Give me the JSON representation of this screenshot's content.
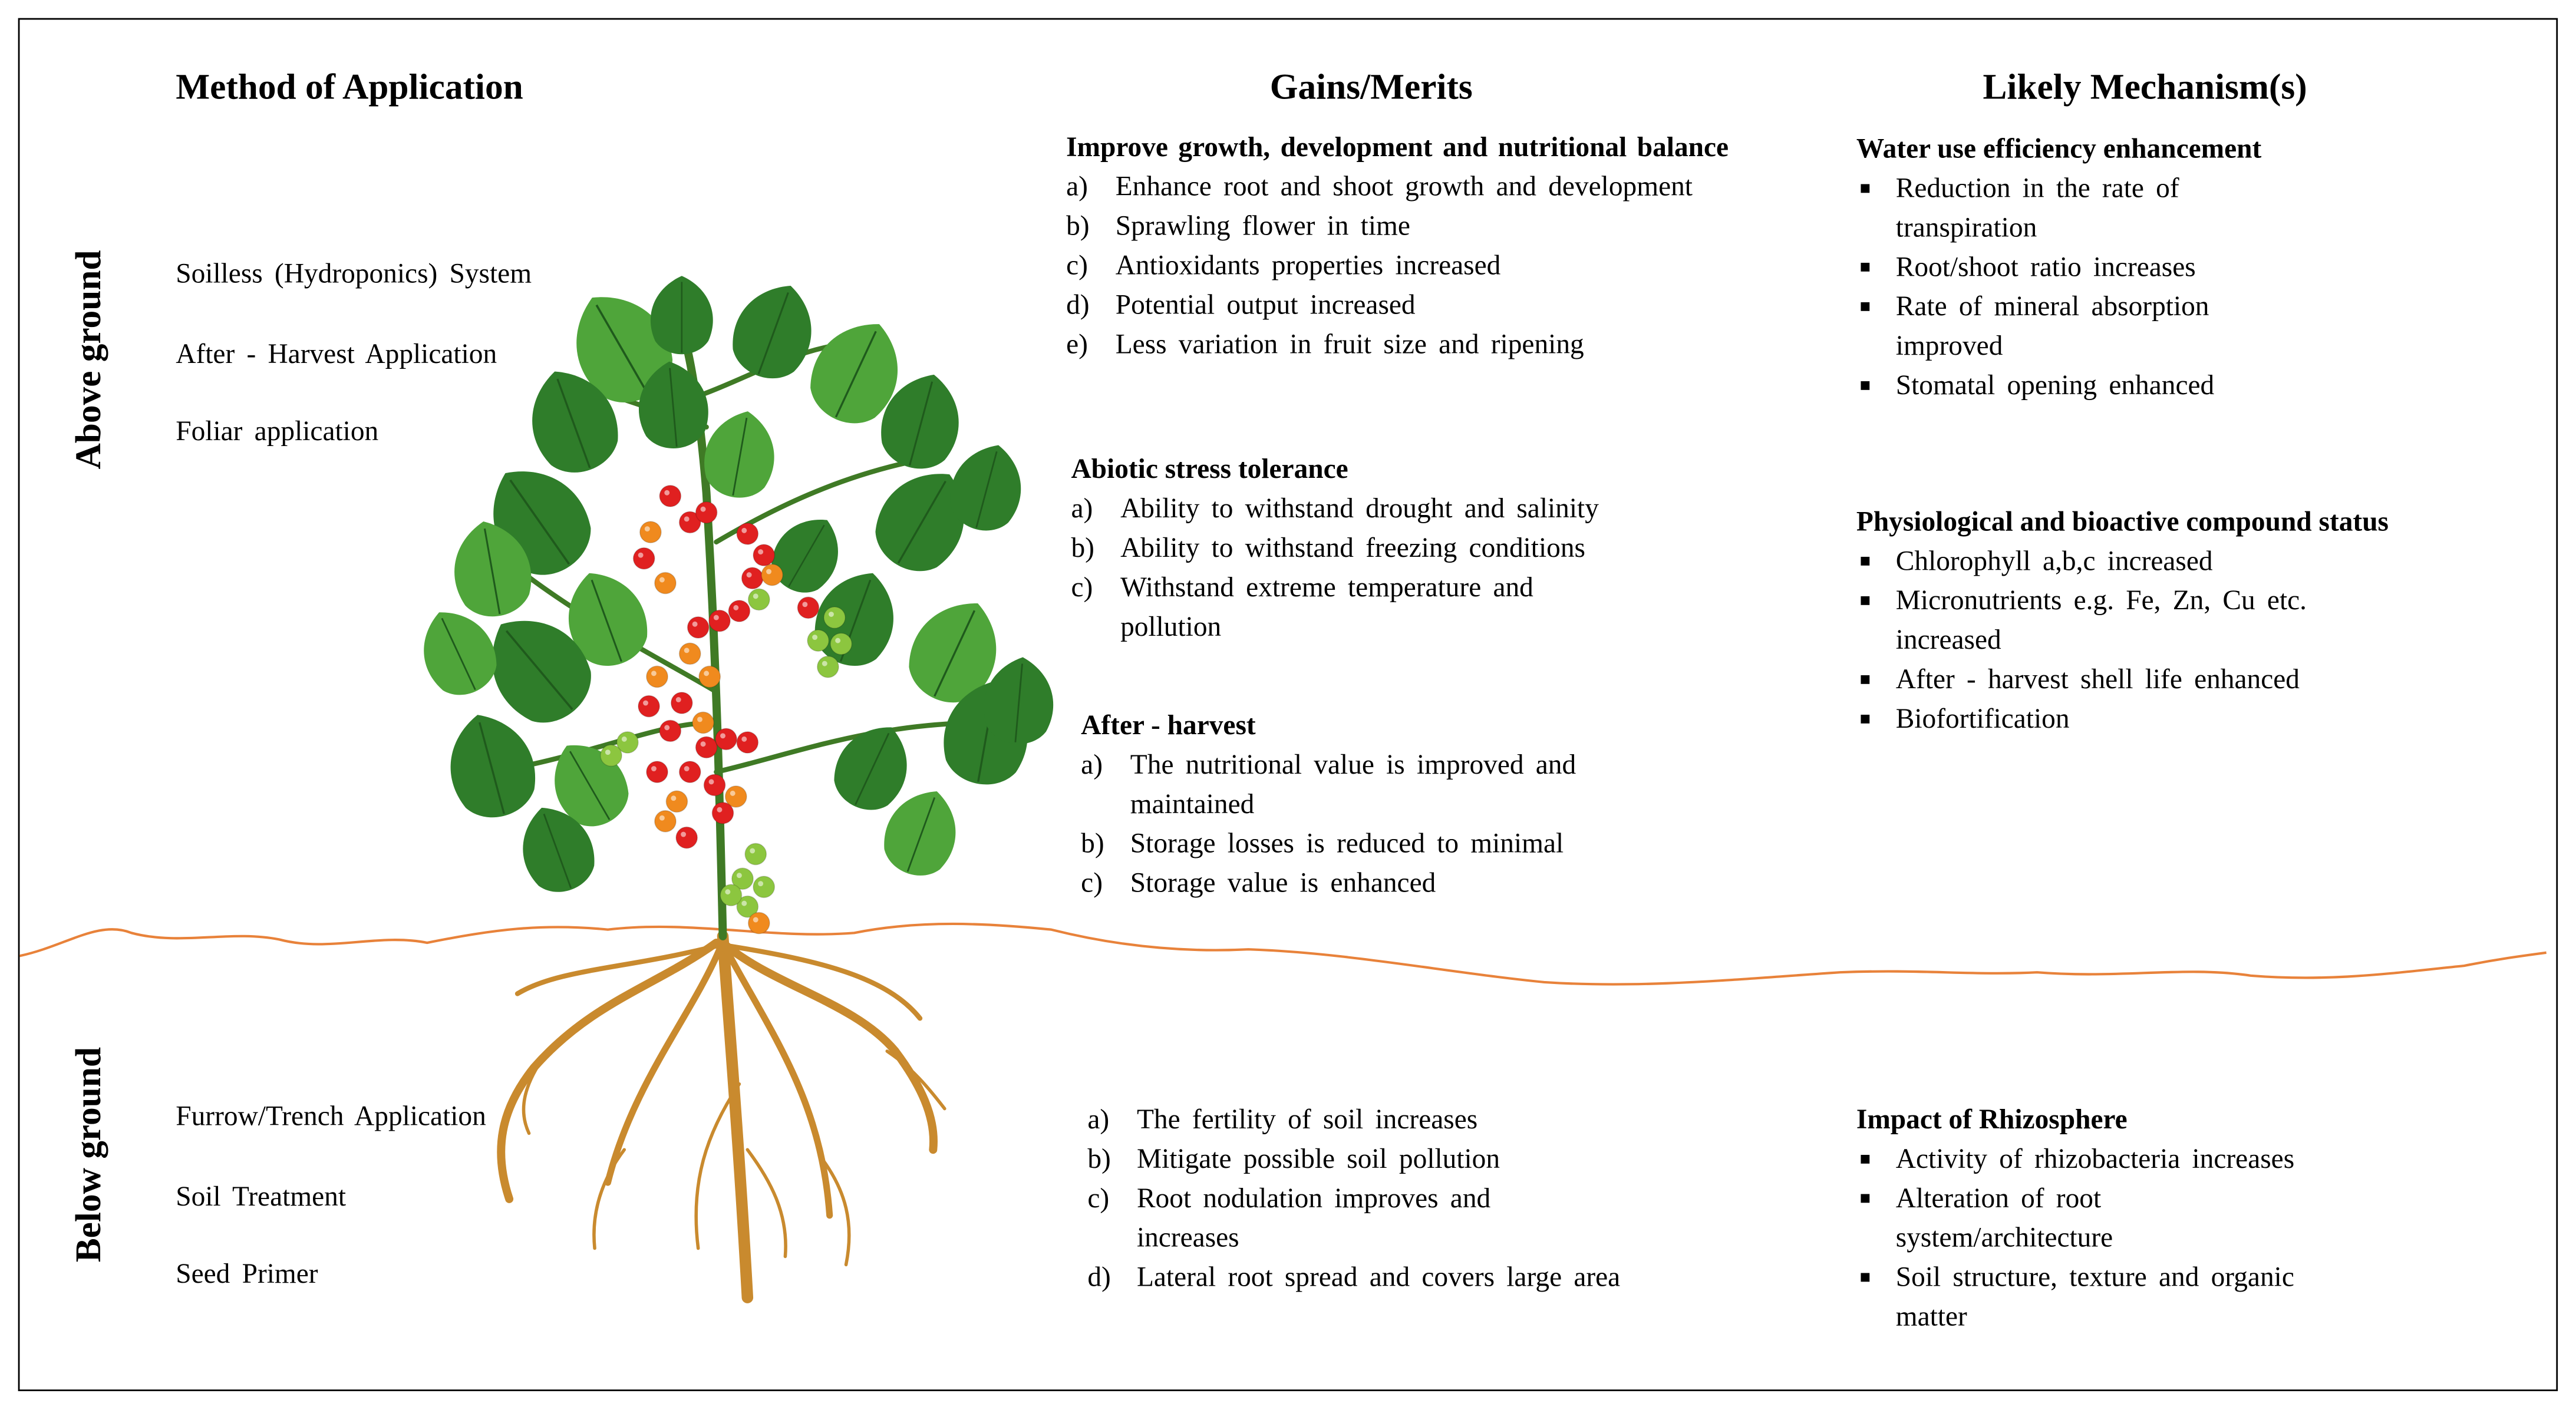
{
  "headers": {
    "method": "Method of Application",
    "gains": "Gains/Merits",
    "mechanism": "Likely Mechanism(s)"
  },
  "side_labels": {
    "above": "Above ground",
    "below": "Below ground"
  },
  "methods": {
    "above": [
      "Soilless (Hydroponics) System",
      "After - Harvest Application",
      "Foliar application"
    ],
    "below": [
      "Furrow/Trench Application",
      "Soil Treatment",
      "Seed Primer"
    ]
  },
  "gains": {
    "growth": {
      "title": "Improve growth, development and nutritional balance",
      "items": [
        {
          "label": "a)",
          "text": "Enhance root and shoot growth and development"
        },
        {
          "label": "b)",
          "text": "Sprawling flower in time"
        },
        {
          "label": "c)",
          "text": "Antioxidants properties increased"
        },
        {
          "label": "d)",
          "text": "Potential output increased"
        },
        {
          "label": "e)",
          "text": "Less variation in fruit size and ripening"
        }
      ]
    },
    "abiotic": {
      "title": "Abiotic stress tolerance",
      "items": [
        {
          "label": "a)",
          "text": "Ability to withstand drought and salinity"
        },
        {
          "label": "b)",
          "text": "Ability to withstand freezing conditions"
        },
        {
          "label": "c)",
          "text": "Withstand extreme temperature and pollution"
        }
      ]
    },
    "harvest": {
      "title": "After - harvest",
      "items": [
        {
          "label": "a)",
          "text": "The nutritional value is improved and maintained"
        },
        {
          "label": "b)",
          "text": "Storage losses is reduced to minimal"
        },
        {
          "label": "c)",
          "text": "Storage value is enhanced"
        }
      ]
    },
    "soil": {
      "items": [
        {
          "label": "a)",
          "text": "The fertility of soil increases"
        },
        {
          "label": "b)",
          "text": "Mitigate possible soil pollution"
        },
        {
          "label": "c)",
          "text": "Root nodulation improves and increases"
        },
        {
          "label": "d)",
          "text": "Lateral root spread and covers large area"
        }
      ]
    }
  },
  "mechanisms": {
    "water": {
      "title": "Water use efficiency enhancement",
      "items": [
        "Reduction in the rate of transpiration",
        "Root/shoot ratio increases",
        "Rate of mineral absorption improved",
        "Stomatal opening enhanced"
      ]
    },
    "physiological": {
      "title": "Physiological and bioactive compound status",
      "items": [
        "Chlorophyll a,b,c increased",
        "Micronutrients e.g. Fe, Zn, Cu etc. increased",
        "After - harvest shell life enhanced",
        "Biofortification"
      ]
    },
    "rhizosphere": {
      "title": "Impact of Rhizosphere",
      "items": [
        "Activity of rhizobacteria increases",
        "Alteration of root system/architecture",
        "Soil structure, texture and organic matter"
      ]
    }
  },
  "icons": {
    "plant": "tomato-plant-illustration",
    "bullet": "square-bullet"
  },
  "colors": {
    "leaf": "#2f7d2a",
    "leaf_light": "#4fa53a",
    "stem": "#3f7a25",
    "root": "#c98a2e",
    "ground_line": "#e8823a",
    "tomato_red": "#e02020",
    "tomato_orange": "#f08a1e",
    "tomato_green": "#8cc63f"
  }
}
